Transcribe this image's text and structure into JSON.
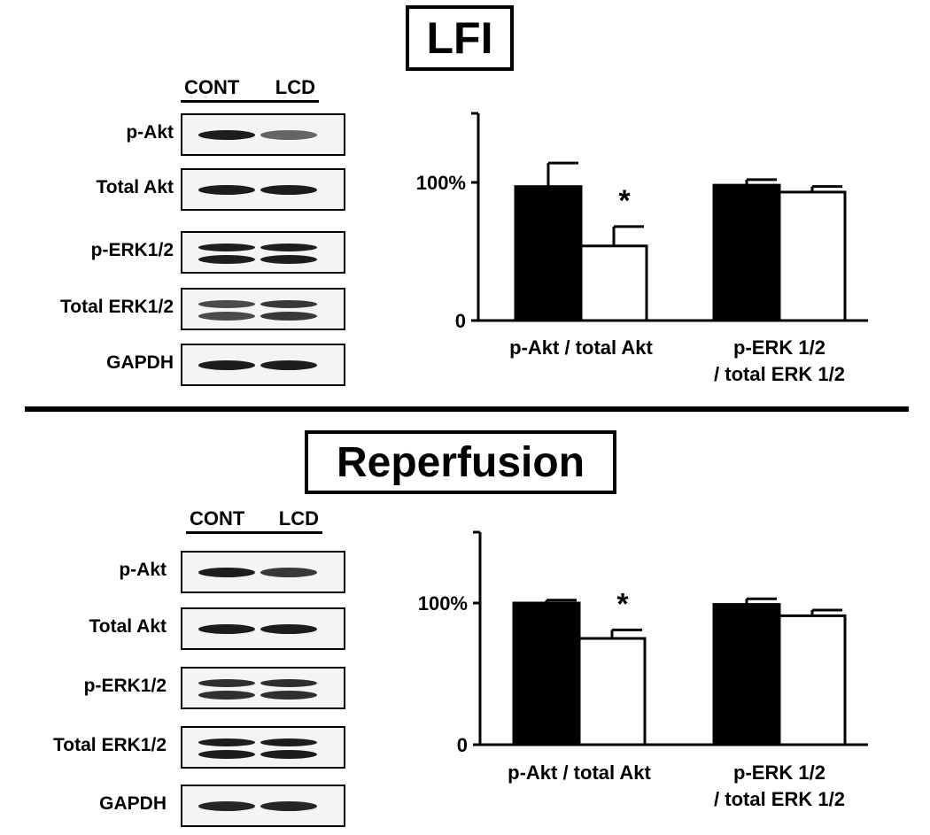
{
  "panels": [
    {
      "title": "LFI",
      "lane_labels": [
        "CONT",
        "LCD"
      ],
      "blots": [
        {
          "label": "p-Akt",
          "bands": [
            {
              "lane": 0,
              "intensity": 0.95,
              "double": false
            },
            {
              "lane": 1,
              "intensity": 0.55,
              "double": false
            }
          ]
        },
        {
          "label": "Total Akt",
          "bands": [
            {
              "lane": 0,
              "intensity": 0.95,
              "double": false
            },
            {
              "lane": 1,
              "intensity": 0.95,
              "double": false
            }
          ]
        },
        {
          "label": "p-ERK1/2",
          "bands": [
            {
              "lane": 0,
              "intensity": 0.95,
              "double": true
            },
            {
              "lane": 1,
              "intensity": 0.95,
              "double": true
            }
          ]
        },
        {
          "label": "Total ERK1/2",
          "bands": [
            {
              "lane": 0,
              "intensity": 0.7,
              "double": true
            },
            {
              "lane": 1,
              "intensity": 0.8,
              "double": true
            }
          ]
        },
        {
          "label": "GAPDH",
          "bands": [
            {
              "lane": 0,
              "intensity": 0.95,
              "double": false
            },
            {
              "lane": 1,
              "intensity": 0.95,
              "double": false
            }
          ]
        }
      ]
    },
    {
      "title": "Reperfusion",
      "lane_labels": [
        "CONT",
        "LCD"
      ],
      "blots": [
        {
          "label": "p-Akt",
          "bands": [
            {
              "lane": 0,
              "intensity": 0.95,
              "double": false
            },
            {
              "lane": 1,
              "intensity": 0.8,
              "double": false
            }
          ]
        },
        {
          "label": "Total Akt",
          "bands": [
            {
              "lane": 0,
              "intensity": 0.95,
              "double": false
            },
            {
              "lane": 1,
              "intensity": 0.95,
              "double": false
            }
          ]
        },
        {
          "label": "p-ERK1/2",
          "bands": [
            {
              "lane": 0,
              "intensity": 0.85,
              "double": true
            },
            {
              "lane": 1,
              "intensity": 0.85,
              "double": true
            }
          ]
        },
        {
          "label": "Total ERK1/2",
          "bands": [
            {
              "lane": 0,
              "intensity": 0.95,
              "double": true
            },
            {
              "lane": 1,
              "intensity": 0.95,
              "double": true
            }
          ]
        },
        {
          "label": "GAPDH",
          "bands": [
            {
              "lane": 0,
              "intensity": 0.9,
              "double": false
            },
            {
              "lane": 1,
              "intensity": 0.9,
              "double": false
            }
          ]
        }
      ]
    }
  ],
  "chart_data": [
    {
      "type": "bar",
      "categories": [
        "p-Akt / total Akt",
        "p-ERK 1/2\n/ total ERK 1/2"
      ],
      "series": [
        {
          "values": [
            97,
            98
          ],
          "errors": [
            17,
            4
          ],
          "color": "#000000"
        },
        {
          "values": [
            54,
            93
          ],
          "errors": [
            14,
            4
          ],
          "color": "#ffffff"
        }
      ],
      "significance": [
        {
          "category": 0,
          "series": 1,
          "mark": "*"
        }
      ],
      "yticks": [
        {
          "value": 0,
          "label": "0"
        },
        {
          "value": 100,
          "label": "100%"
        }
      ],
      "ylim": [
        0,
        150
      ],
      "xlabel": "",
      "ylabel": ""
    },
    {
      "type": "bar",
      "categories": [
        "p-Akt / total Akt",
        "p-ERK 1/2\n/ total ERK 1/2"
      ],
      "series": [
        {
          "values": [
            100,
            99
          ],
          "errors": [
            2,
            4
          ],
          "color": "#000000"
        },
        {
          "values": [
            75,
            91
          ],
          "errors": [
            6,
            4
          ],
          "color": "#ffffff"
        }
      ],
      "significance": [
        {
          "category": 0,
          "series": 1,
          "mark": "*"
        }
      ],
      "yticks": [
        {
          "value": 0,
          "label": "0"
        },
        {
          "value": 100,
          "label": "100%"
        }
      ],
      "ylim": [
        0,
        150
      ],
      "xlabel": "",
      "ylabel": ""
    }
  ]
}
